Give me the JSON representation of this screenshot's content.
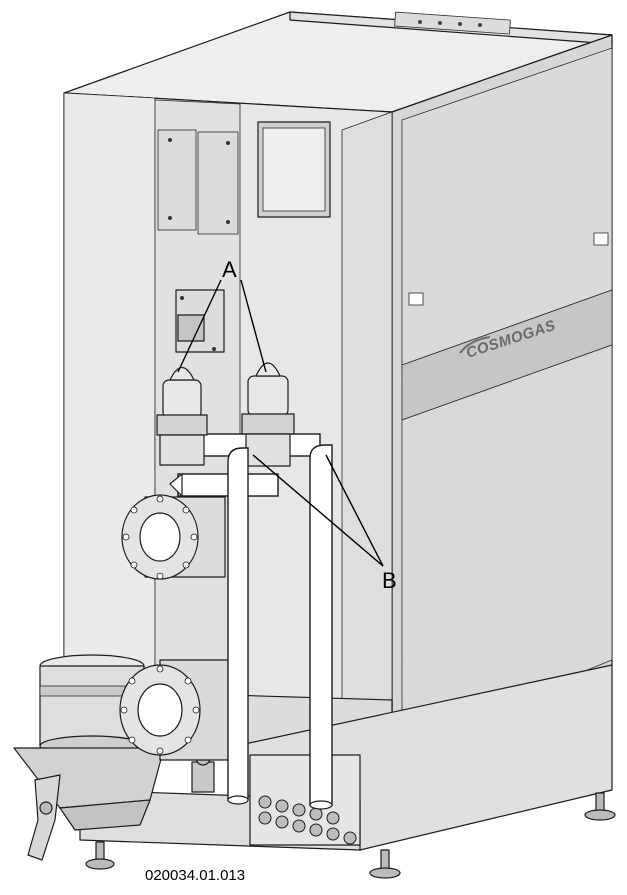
{
  "callouts": {
    "a": "A",
    "b": "B"
  },
  "reference_code": "020034.01.013",
  "brand_logo": "COSMOGAS",
  "colors": {
    "panel_front": "#e7e7e7",
    "panel_side": "#d6d6d6",
    "panel_top": "#eeeeee",
    "panel_dark": "#c6c6c6",
    "line": "#1c1c1c",
    "pipe": "#ffffff"
  }
}
